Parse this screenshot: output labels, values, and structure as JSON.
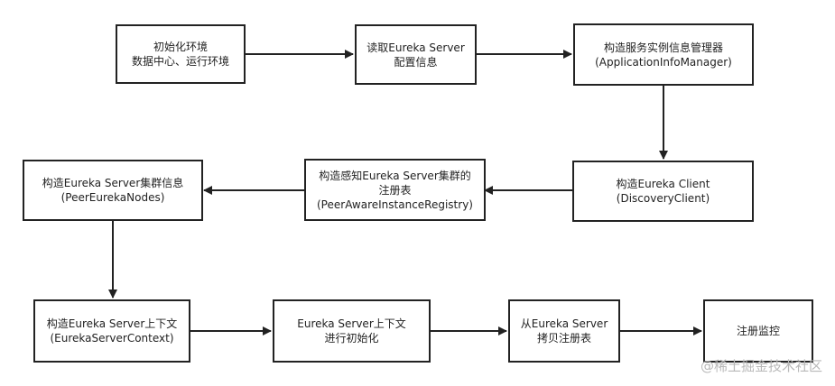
{
  "nodes": {
    "init_env": [
      "初始化环境",
      "数据中心、运行环境"
    ],
    "read_config": [
      "读取Eureka Server",
      "配置信息"
    ],
    "app_info_manager": [
      "构造服务实例信息管理器",
      "(ApplicationInfoManager)"
    ],
    "eureka_client": [
      "构造Eureka Client",
      "(DiscoveryClient)"
    ],
    "peer_registry": [
      "构造感知Eureka Server集群的",
      "注册表",
      "(PeerAwareInstanceRegistry)"
    ],
    "peer_nodes": [
      "构造Eureka Server集群信息",
      "(PeerEurekaNodes)"
    ],
    "server_context": [
      "构造Eureka Server上下文",
      "(EurekaServerContext)"
    ],
    "context_init": [
      "Eureka Server上下文",
      "进行初始化"
    ],
    "copy_registry": [
      "从Eureka Server",
      "拷贝注册表"
    ],
    "register_monitor": [
      "注册监控"
    ]
  },
  "watermark": "@稀土掘金技术社区"
}
